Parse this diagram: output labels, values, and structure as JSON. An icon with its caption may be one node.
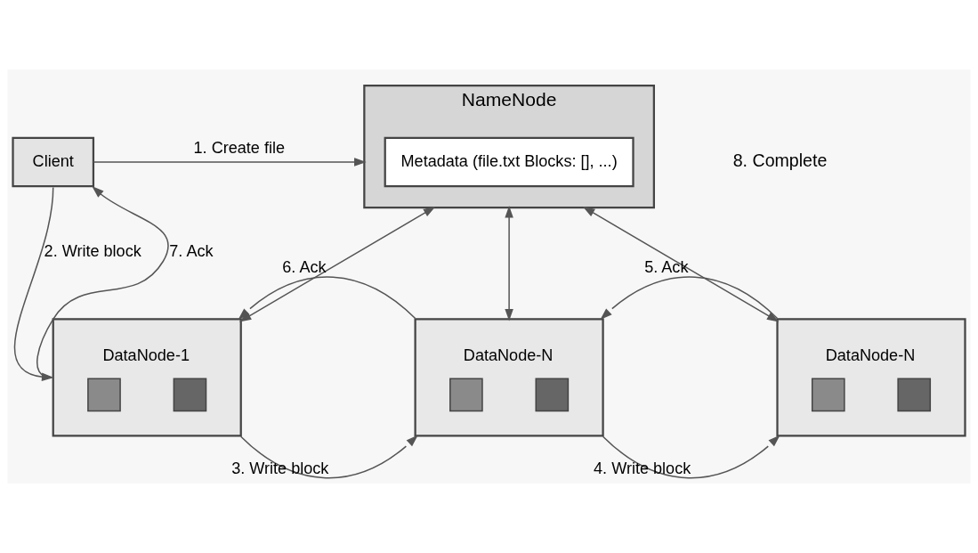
{
  "diagram": {
    "nodes": [
      {
        "text": [
          "Client"
        ]
      },
      {
        "text": [
          "NameNode"
        ]
      },
      {
        "text": [
          "Metadata (file.txt Blocks: [], ...)"
        ],
        "in": 1
      },
      {
        "text": [
          "DataNode-1"
        ]
      },
      {
        "text": [
          "DataNode-N"
        ]
      },
      {
        "text": [
          "DataNode-N"
        ]
      }
    ],
    "edges": [
      {
        "from": 0,
        "to": 1,
        "arrow": "to",
        "label": "1. Create file"
      },
      {
        "from": 0,
        "to": 3,
        "arrow": "to",
        "label": "2. Write block"
      },
      {
        "from": 3,
        "to": 4,
        "arrow": "to",
        "label": "3. Write block"
      },
      {
        "from": 4,
        "to": 5,
        "arrow": "to",
        "label": "4. Write block"
      },
      {
        "from": 5,
        "to": 4,
        "arrow": "to",
        "label": "5. Ack"
      },
      {
        "from": 4,
        "to": 3,
        "arrow": "to",
        "label": "6. Ack"
      },
      {
        "from": 3,
        "to": 0,
        "arrow": "to",
        "label": "7. Ack"
      },
      {
        "from": 1,
        "to": 3,
        "arrow": "both"
      },
      {
        "from": 1,
        "to": 4,
        "arrow": "both"
      },
      {
        "from": 1,
        "to": 5,
        "arrow": "both"
      }
    ],
    "labels": [
      "8. Complete"
    ]
  }
}
